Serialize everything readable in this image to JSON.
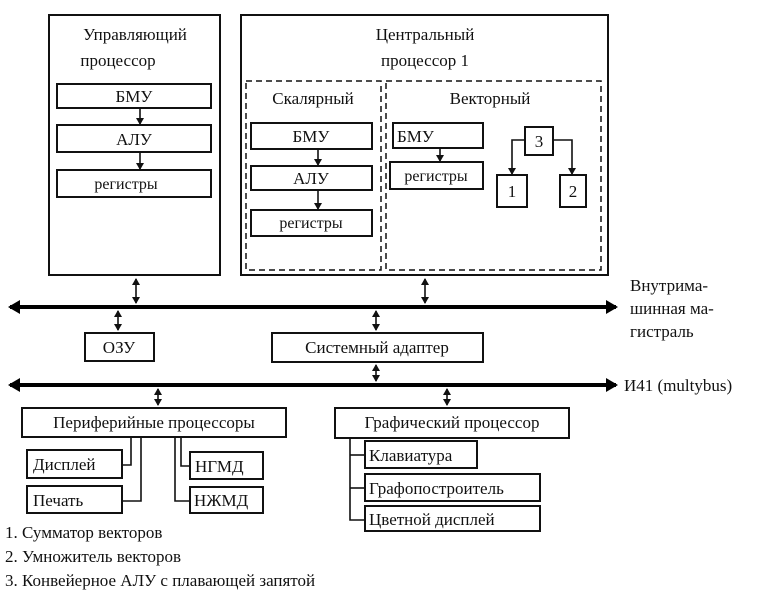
{
  "control_processor": {
    "title1": "Управляющий",
    "title2": "процессор",
    "bmu": "БМУ",
    "alu": "АЛУ",
    "registers": "регистры"
  },
  "central_processor": {
    "title1": "Центральный",
    "title2": "процессор 1",
    "scalar": {
      "title": "Скалярный",
      "bmu": "БМУ",
      "alu": "АЛУ",
      "registers": "регистры"
    },
    "vector": {
      "title": "Векторный",
      "bmu": "БМУ",
      "registers": "регистры",
      "unit3": "3",
      "unit1": "1",
      "unit2": "2"
    }
  },
  "bus_internal": {
    "line1": "Внутрима-",
    "line2": "шинная ма-",
    "line3": "гистраль"
  },
  "ram": "ОЗУ",
  "system_adapter": "Системный адаптер",
  "bus_external": "И41 (multybus)",
  "peripheral": {
    "title": "Периферийные процессоры",
    "display": "Дисплей",
    "print": "Печать",
    "ngmd": "НГМД",
    "nzhmd": "НЖМД"
  },
  "graphics": {
    "title": "Графический процессор",
    "keyboard": "Клавиатура",
    "plotter": "Графопостроитель",
    "color_display": "Цветной дисплей"
  },
  "legend": [
    "1. Сумматор векторов",
    "2. Умножитель векторов",
    "3. Конвейерное АЛУ с плавающей запятой"
  ]
}
